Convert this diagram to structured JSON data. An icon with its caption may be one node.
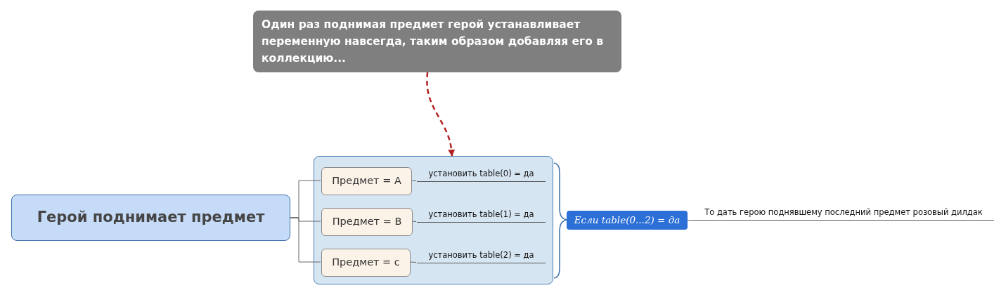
{
  "diagram": {
    "nodes": [
      {
        "text": [
          "Один раз поднимая предмет герой устанавливает переменную навсегда, таким образом добавляя его в коллекцию..."
        ]
      },
      {
        "text": [
          "Герой поднимает предмет"
        ]
      },
      {
        "text": [],
        "shape": "box"
      },
      {
        "text": [
          "Предмет = A"
        ],
        "in": 2
      },
      {
        "text": [
          "Предмет = B"
        ],
        "in": 2
      },
      {
        "text": [
          "Предмет = c"
        ],
        "in": 2
      },
      {
        "text": [
          "установить table(0) = да"
        ],
        "in": 2
      },
      {
        "text": [
          "установить table(1) = да"
        ],
        "in": 2
      },
      {
        "text": [
          "установить table(2) = да"
        ],
        "in": 2
      },
      {
        "text": [
          "Если table(0...2) = да"
        ]
      },
      {
        "text": [
          "То дать герою поднявшему последний предмет розовый дилдак"
        ]
      }
    ],
    "edges": [
      {
        "from": 0,
        "to": 2,
        "arrow": "to",
        "style": "dashed",
        "color": "#b22222"
      },
      {
        "from": 1,
        "to": 3,
        "arrow": "none"
      },
      {
        "from": 1,
        "to": 4,
        "arrow": "none"
      },
      {
        "from": 1,
        "to": 5,
        "arrow": "none"
      },
      {
        "from": 3,
        "to": 6,
        "arrow": "none"
      },
      {
        "from": 4,
        "to": 7,
        "arrow": "none"
      },
      {
        "from": 5,
        "to": 8,
        "arrow": "none"
      },
      {
        "from": 9,
        "to": 10,
        "arrow": "none"
      }
    ]
  }
}
